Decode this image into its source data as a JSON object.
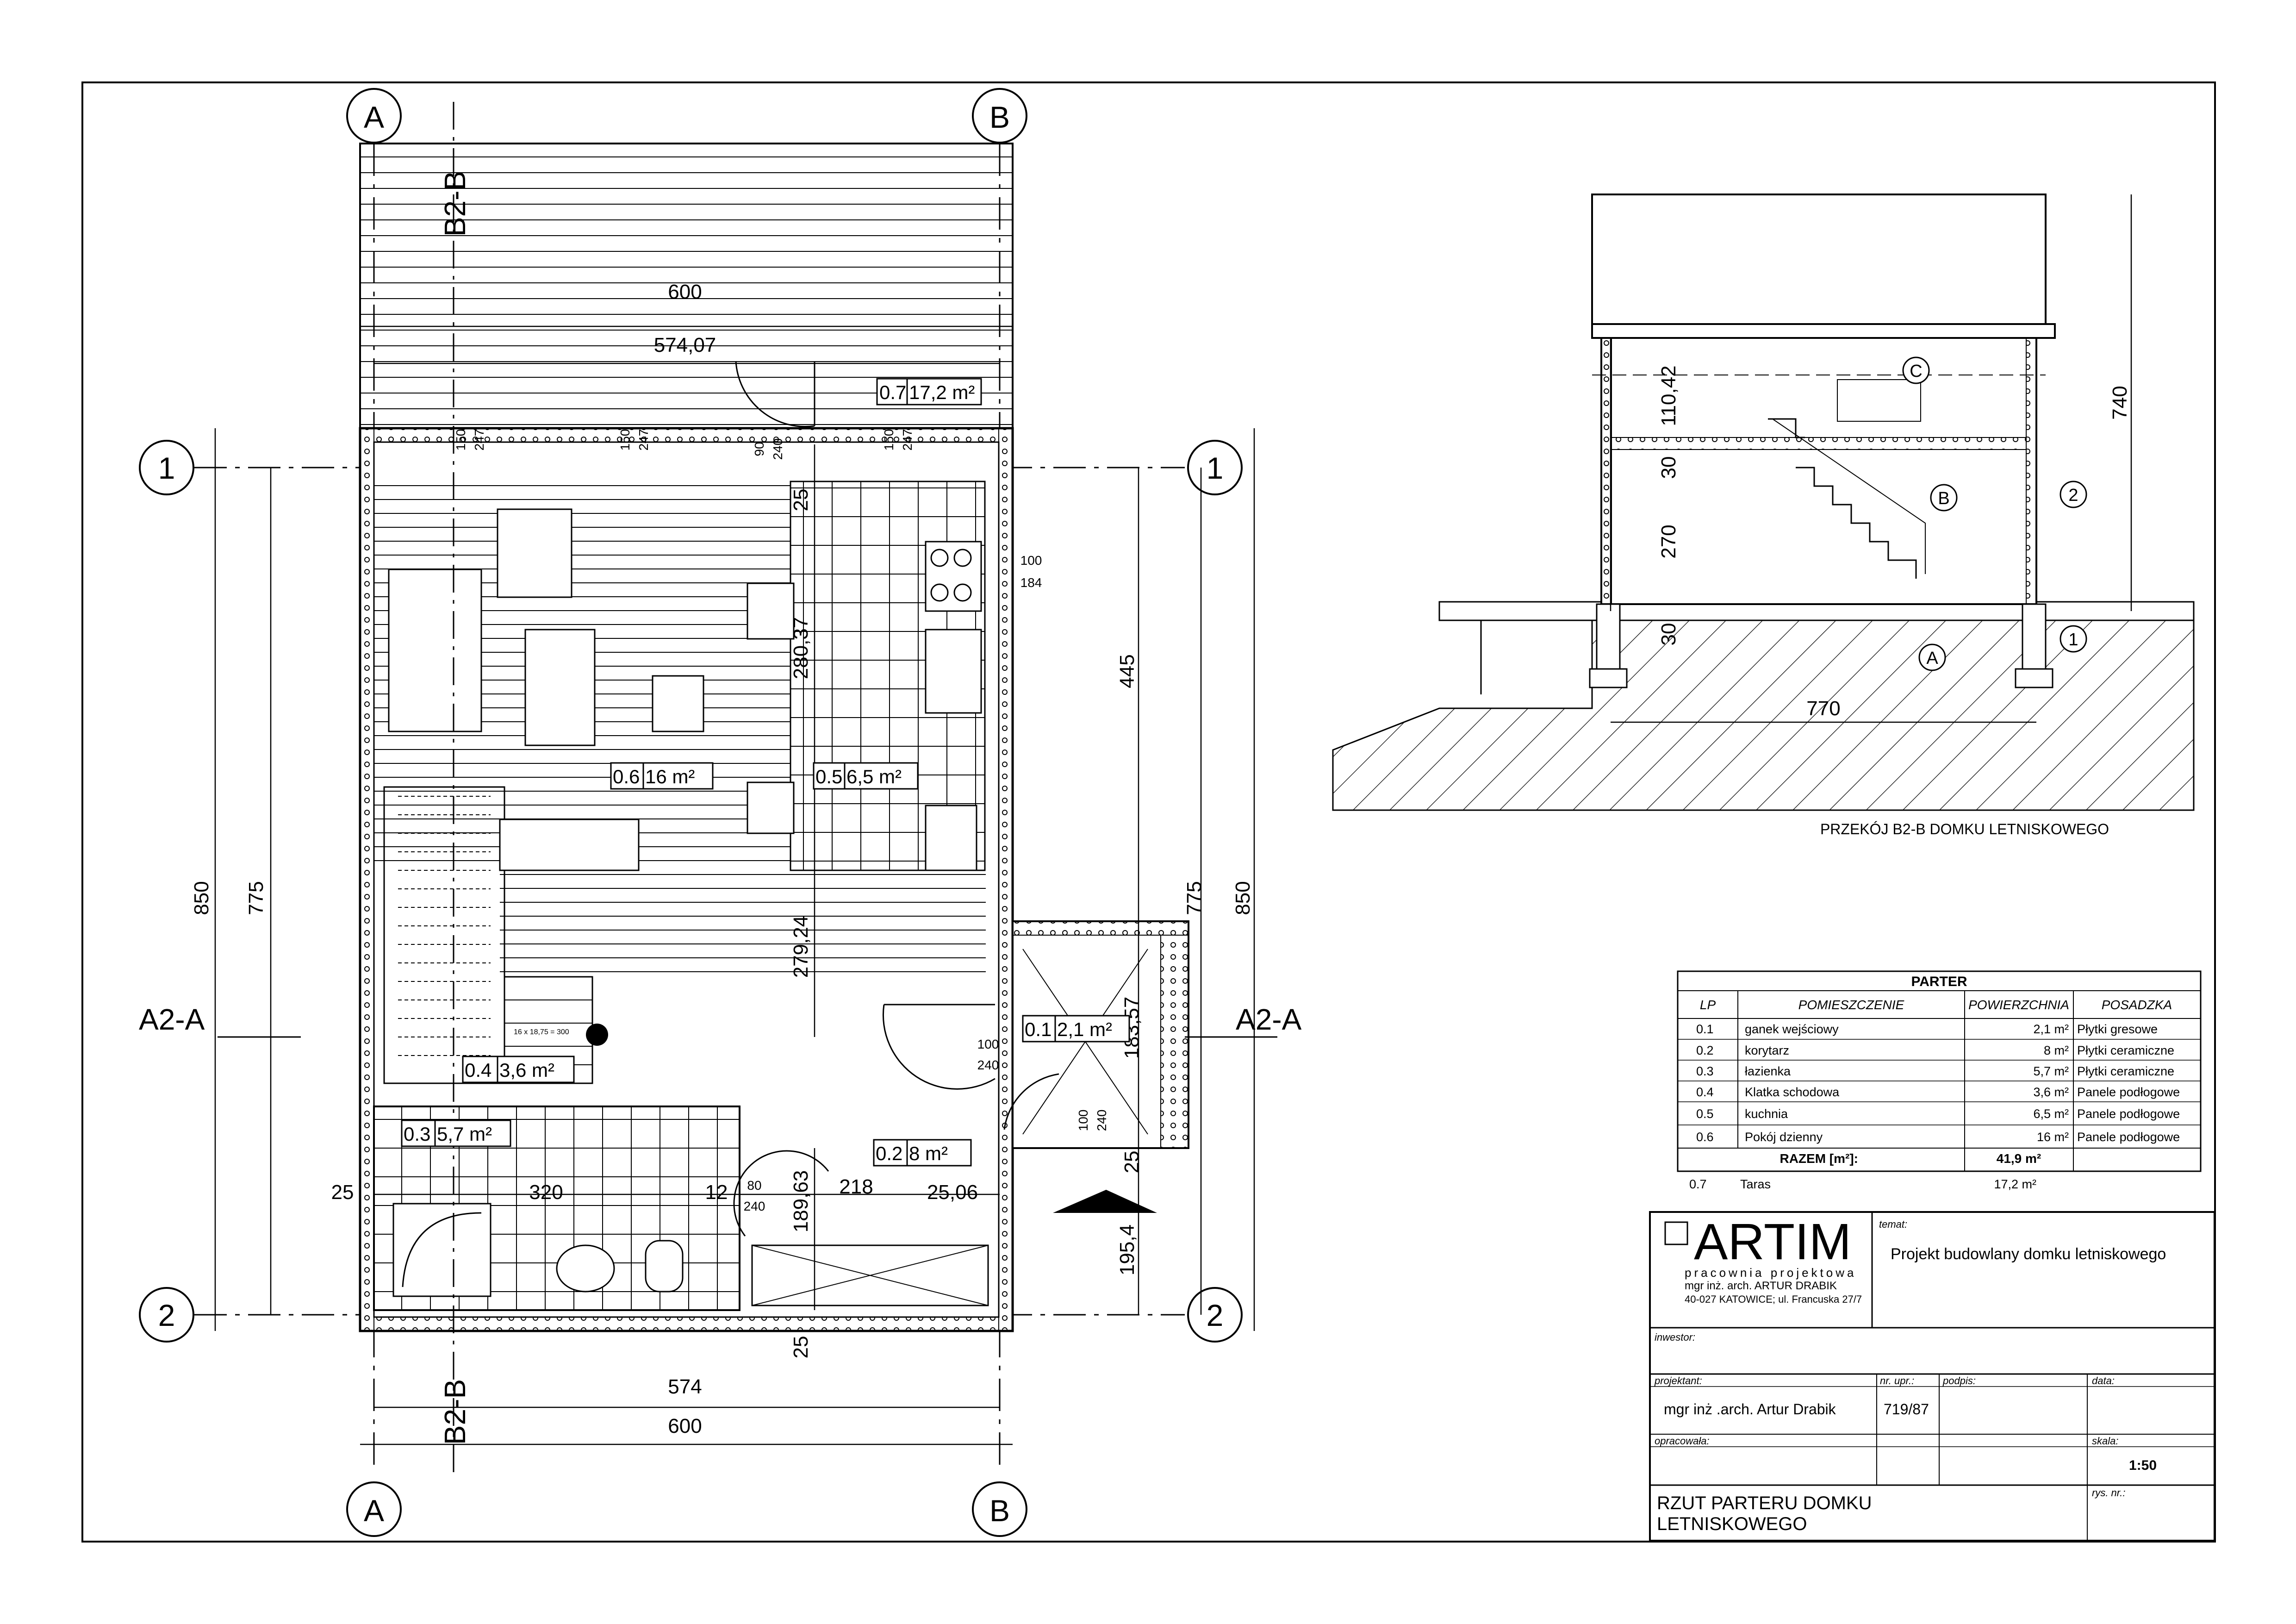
{
  "plan": {
    "axes": {
      "a": "A",
      "b": "B",
      "one": "1",
      "two": "2"
    },
    "section_marks": {
      "b2b": "B2-B",
      "a2a": "A2-A"
    },
    "dims": {
      "d600": "600",
      "d574_07": "574,07",
      "d574": "574",
      "d850": "850",
      "d775": "775",
      "d445": "445",
      "d195_4": "195,4",
      "d280_37": "280,37",
      "d279_24": "279,24",
      "d189_63": "189,63",
      "d183_57": "183,57",
      "d320": "320",
      "d218": "218",
      "d25_06": "25,06",
      "d25": "25",
      "d12": "12",
      "w150": "150",
      "w247": "247",
      "w90": "90",
      "w240": "240",
      "w100": "100",
      "w184": "184",
      "w80": "80"
    },
    "stair_note": "16 x 18,75 = 300",
    "rooms": [
      {
        "id": "0.7",
        "area": "17,2 m²"
      },
      {
        "id": "0.6",
        "area": "16 m²"
      },
      {
        "id": "0.5",
        "area": "6,5 m²"
      },
      {
        "id": "0.4",
        "area": "3,6 m²"
      },
      {
        "id": "0.3",
        "area": "5,7 m²"
      },
      {
        "id": "0.2",
        "area": "8 m²"
      },
      {
        "id": "0.1",
        "area": "2,1 m²"
      }
    ]
  },
  "section": {
    "caption": "PRZEKÓJ B2-B  DOMKU LETNISKOWEGO",
    "dims": {
      "d740": "740",
      "d110_42": "110,42",
      "d30a": "30",
      "d270": "270",
      "d30b": "30",
      "d770": "770"
    },
    "labels": {
      "c": "C",
      "b": "B",
      "a": "A",
      "two": "2",
      "one": "1"
    }
  },
  "table": {
    "title": "PARTER",
    "headers": [
      "LP",
      "POMIESZCZENIE",
      "POWIERZCHNIA",
      "POSADZKA"
    ],
    "rows": [
      [
        "0.1",
        "ganek wejściowy",
        "2,1 m²",
        "Płytki gresowe"
      ],
      [
        "0.2",
        "korytarz",
        "8 m²",
        "Płytki ceramiczne"
      ],
      [
        "0.3",
        "łazienka",
        "5,7 m²",
        "Płytki ceramiczne"
      ],
      [
        "0.4",
        "Klatka schodowa",
        "3,6 m²",
        "Panele podłogowe"
      ],
      [
        "0.5",
        "kuchnia",
        "6,5 m²",
        "Panele podłogowe"
      ],
      [
        "0.6",
        "Pokój dzienny",
        "16 m²",
        "Panele podłogowe"
      ]
    ],
    "total_label": "RAZEM [m²]:",
    "total_value": "41,9 m²",
    "extra": [
      "0.7",
      "Taras",
      "17,2 m²"
    ]
  },
  "titleblock": {
    "logo": "ARTIM",
    "logo_sub1": "pracownia projektowa",
    "logo_sub2": "mgr inż. arch. ARTUR DRABIK",
    "logo_addr": "40-027 KATOWICE; ul. Francuska 27/7",
    "temat_label": "temat:",
    "temat": "Projekt budowlany domku letniskowego",
    "inwestor_label": "inwestor:",
    "projektant_label": "projektant:",
    "projektant": "mgr  inż .arch. Artur Drabik",
    "nr_label": "nr. upr.:",
    "nr": "719/87",
    "podpis_label": "podpis:",
    "data_label": "data:",
    "opracowala_label": "opracowała:",
    "skala_label": "skala:",
    "skala": "1:50",
    "drawing_title_1": "RZUT PARTERU DOMKU",
    "drawing_title_2": "LETNISKOWEGO",
    "rys_label": "rys. nr.:"
  }
}
